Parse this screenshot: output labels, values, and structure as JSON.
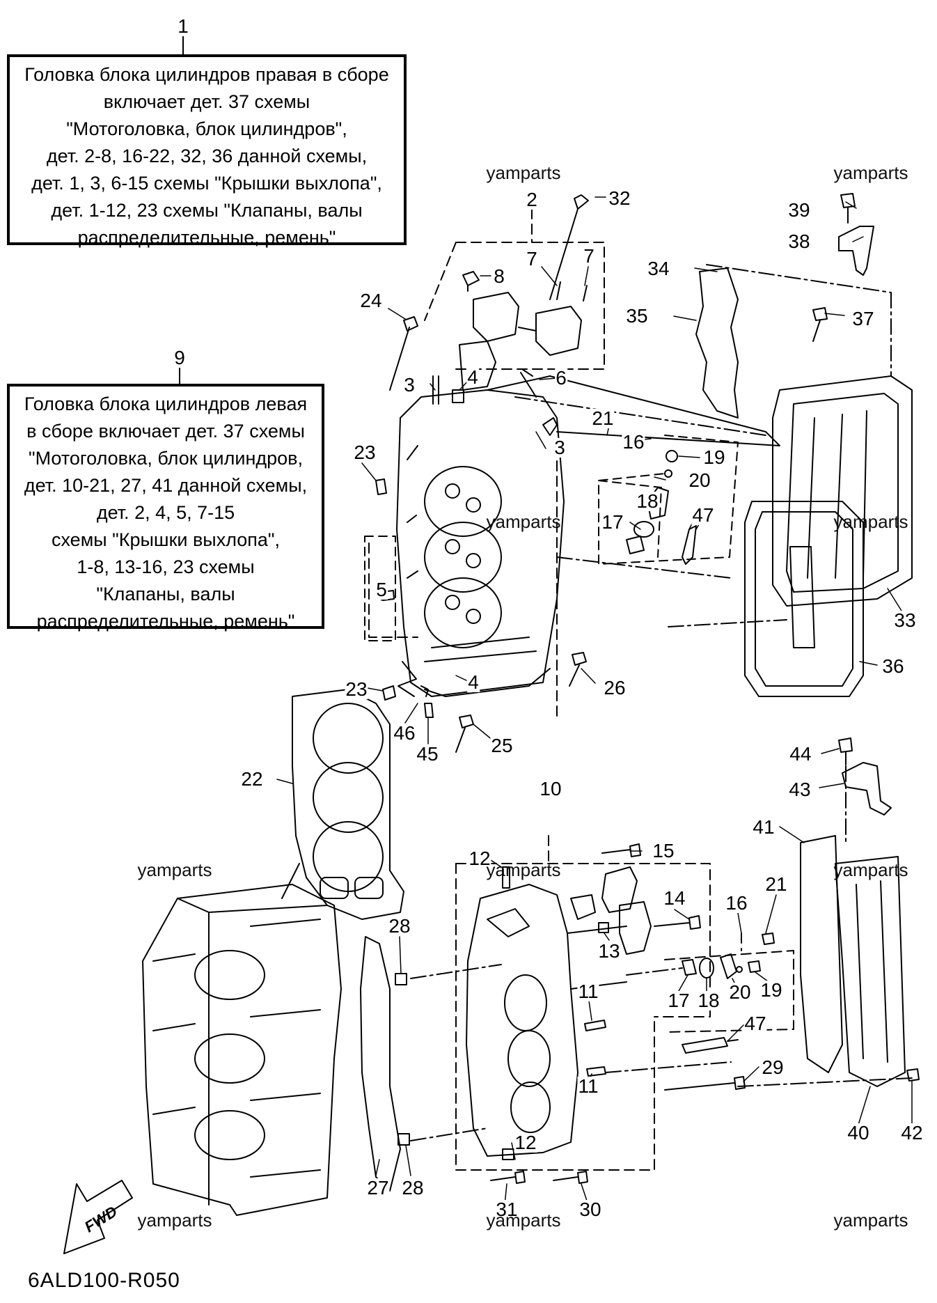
{
  "diagram_code": "6ALD100-R050",
  "fwd_label": "FWD",
  "notes": {
    "right_head": {
      "number": "1",
      "lines": [
        "Головка блока цилиндров правая в сборе",
        "включает дет. 37 схемы",
        "\"Мотоголовка, блок цилиндров\",",
        "дет. 2-8, 16-22, 32, 36 данной схемы,",
        "дет. 1, 3, 6-15 схемы \"Крышки выхлопа\",",
        "дет. 1-12, 23 схемы \"Клапаны, валы",
        "распределительные, ремень\""
      ]
    },
    "left_head": {
      "number": "9",
      "lines": [
        "Головка блока цилиндров левая",
        "в сборе включает дет. 37 схемы",
        "\"Мотоголовка, блок цилиндров,",
        "дет. 10-21, 27, 41 данной схемы,",
        "дет. 2, 4, 5, 7-15",
        "схемы \"Крышки выхлопа\",",
        "1-8, 13-16, 23 схемы",
        "\"Клапаны, валы",
        "распределительные, ремень\""
      ]
    }
  },
  "watermark": "yamparts",
  "callouts": [
    "2",
    "32",
    "7",
    "7",
    "8",
    "24",
    "34",
    "35",
    "39",
    "38",
    "37",
    "3",
    "4",
    "6",
    "21",
    "16",
    "19",
    "20",
    "18",
    "47",
    "17",
    "3",
    "23",
    "5",
    "33",
    "36",
    "23",
    "4",
    "26",
    "46",
    "45",
    "25",
    "22",
    "44",
    "43",
    "10",
    "41",
    "12",
    "15",
    "14",
    "21",
    "16",
    "13",
    "28",
    "17",
    "18",
    "20",
    "19",
    "11",
    "47",
    "11",
    "29",
    "27",
    "28",
    "12",
    "31",
    "30",
    "40",
    "42"
  ]
}
